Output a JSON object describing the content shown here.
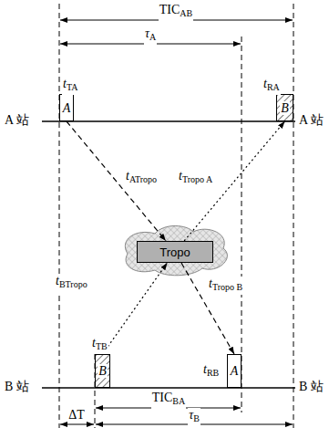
{
  "diagram": {
    "nodes": [
      {
        "text": [
          "A"
        ]
      },
      {
        "text": [
          "B"
        ]
      },
      {
        "text": [
          "Tropo"
        ]
      },
      {
        "text": [
          "B"
        ]
      },
      {
        "text": [
          "A"
        ]
      }
    ],
    "edges": [
      {
        "from": 0,
        "to": 2,
        "arrow": "to",
        "label": "tATropo"
      },
      {
        "from": 2,
        "to": 1,
        "arrow": "to",
        "label": "tTropo A"
      },
      {
        "from": 3,
        "to": 2,
        "arrow": "to",
        "label": "tBTropo"
      },
      {
        "from": 2,
        "to": 4,
        "arrow": "to",
        "label": "tTropo B"
      }
    ],
    "labels": [
      "TICAB",
      "τA",
      "A 站",
      "A 站",
      "tTA",
      "tRA",
      "B 站",
      "B 站",
      "tTB",
      "tRB",
      "TICBA",
      "ΔT",
      "τB"
    ]
  }
}
